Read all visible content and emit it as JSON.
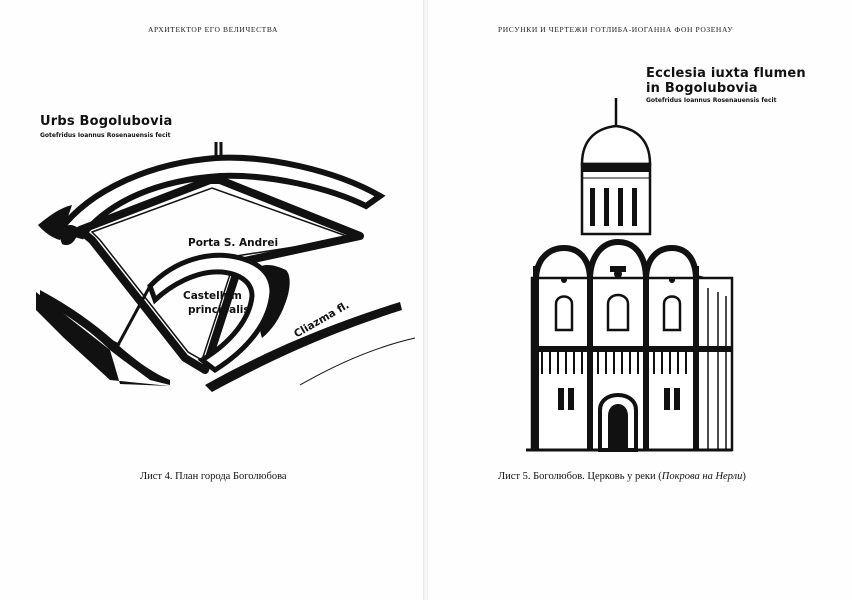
{
  "left_page": {
    "running_head": "Архитектор его величества",
    "map": {
      "title": "Urbs Bogolubovia",
      "subtitle": "Gotefridus Ioannus Rosenauensis fecit",
      "label_gate": "Porta S. Andrei",
      "label_castle_line1": "Castellum",
      "label_castle_line2": "principalis",
      "label_river": "Cliazma fl."
    },
    "caption": "Лист 4. План города Боголюбова"
  },
  "right_page": {
    "running_head": "Рисунки и чертежи Готлиба-Иоганна фон Розенау",
    "drawing": {
      "title_line1": "Ecclesia iuxta flumen",
      "title_line2": "in Bogolubovia",
      "subtitle": "Gotefridus Ioannus Rosenauensis fecit"
    },
    "caption_main": "Лист 5. Боголюбов. Церковь у реки (",
    "caption_italic": "Покрова на Нерли",
    "caption_end": ")"
  }
}
